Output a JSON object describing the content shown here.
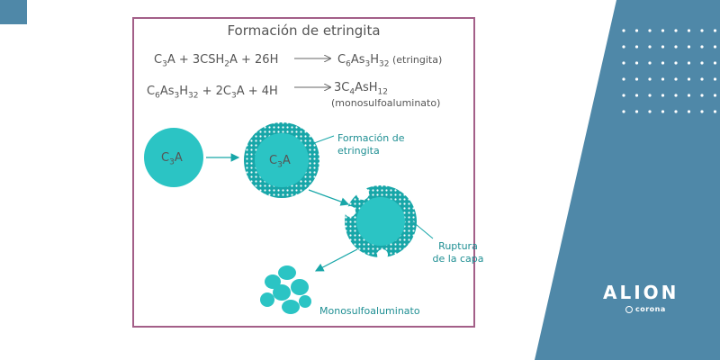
{
  "diagram": {
    "title": "Formación de etringita",
    "equation1": {
      "lhs": [
        {
          "t": "C"
        },
        {
          "t": "3",
          "sub": true
        },
        {
          "t": "A + 3CSH"
        },
        {
          "t": "2",
          "sub": true
        },
        {
          "t": "A + 26H"
        }
      ],
      "rhs": [
        {
          "t": "C"
        },
        {
          "t": "6",
          "sub": true
        },
        {
          "t": "As"
        },
        {
          "t": "3",
          "sub": true
        },
        {
          "t": "H"
        },
        {
          "t": "32",
          "sub": true
        },
        {
          "t": " (etringita)",
          "small": true
        }
      ]
    },
    "equation2": {
      "lhs": [
        {
          "t": "C"
        },
        {
          "t": "6",
          "sub": true
        },
        {
          "t": "As"
        },
        {
          "t": "3",
          "sub": true
        },
        {
          "t": "H"
        },
        {
          "t": "32",
          "sub": true
        },
        {
          "t": " + 2C"
        },
        {
          "t": "3",
          "sub": true
        },
        {
          "t": "A + 4H"
        }
      ],
      "rhs": [
        {
          "t": "3C"
        },
        {
          "t": "4",
          "sub": true
        },
        {
          "t": "AsH"
        },
        {
          "t": "12",
          "sub": true
        }
      ],
      "note": "(monosulfoaluminato)"
    },
    "particle1": [
      {
        "t": "C"
      },
      {
        "t": "3",
        "sub": true
      },
      {
        "t": "A"
      }
    ],
    "particle2": [
      {
        "t": "C"
      },
      {
        "t": "3",
        "sub": true
      },
      {
        "t": "A"
      }
    ],
    "caption_etringita": "Formación de etringita",
    "caption_ruptura": "Ruptura de la capa",
    "caption_mono": "Monosulfoaluminato"
  },
  "colors": {
    "teal": "#2bc4c4",
    "teal_dark": "#17a6a8",
    "frame": "#a35f88",
    "panel": "#4f88a8",
    "text": "#555555"
  },
  "brand": {
    "logo": "ALION",
    "sub": "corona"
  }
}
